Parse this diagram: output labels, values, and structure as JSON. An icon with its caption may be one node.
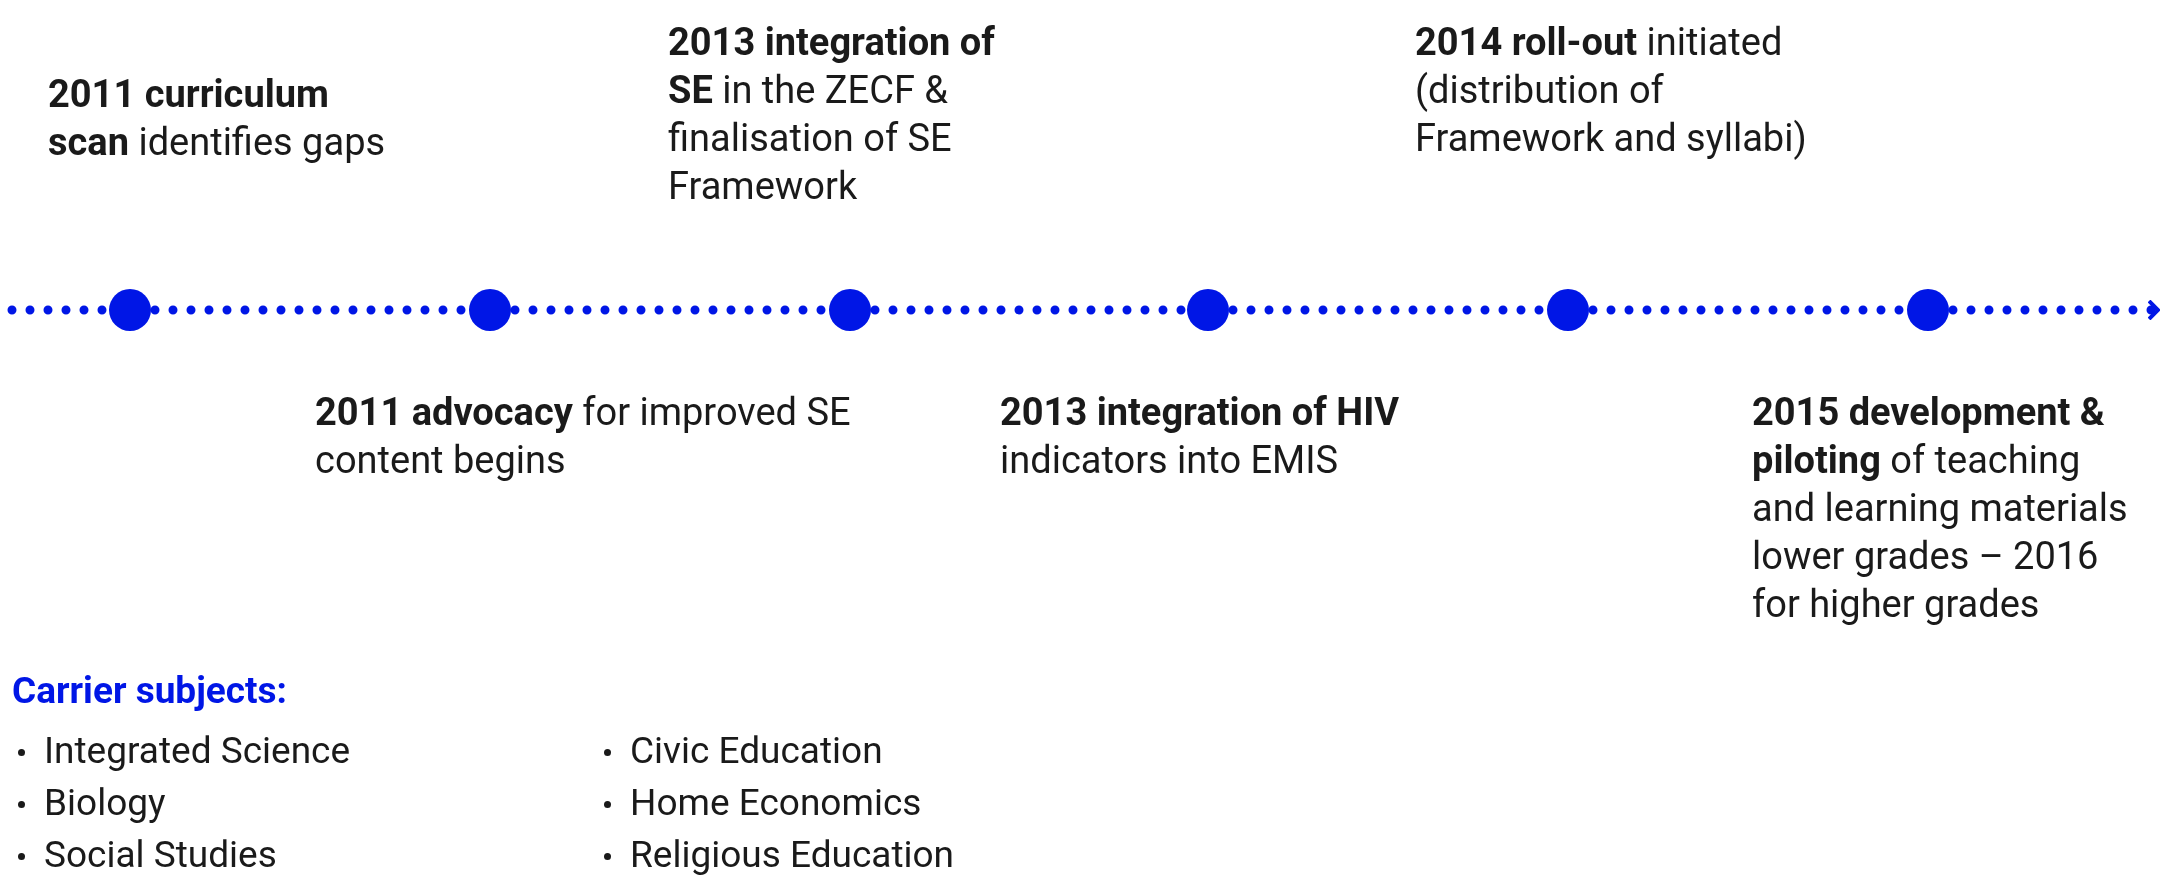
{
  "diagram": {
    "nodes": [
      {
        "text": [],
        "shape": "circle",
        "beside": [
          "**2011 curriculum scan** identifies gaps"
        ]
      },
      {
        "text": [],
        "shape": "circle",
        "beside": [
          "**2011 advocacy** for improved SE content begins"
        ]
      },
      {
        "text": [],
        "shape": "circle",
        "beside": [
          "**2013 integration of SE** in the ZECF & finalisation of SE Framework"
        ]
      },
      {
        "text": [],
        "shape": "circle",
        "beside": [
          "**2013 integration of HIV** indicators into EMIS"
        ]
      },
      {
        "text": [],
        "shape": "circle",
        "beside": [
          "**2014 roll-out** initiated (distribution of Framework and syllabi)"
        ]
      },
      {
        "text": [],
        "shape": "circle",
        "beside": [
          "**2015 development & piloting** of teaching and learning materials lower grades – 2016 for higher grades"
        ]
      }
    ],
    "edges": [
      {
        "from": null,
        "to": 0,
        "arrow": "none",
        "style": "dashed"
      },
      {
        "from": 0,
        "to": 1,
        "arrow": "none",
        "style": "dashed"
      },
      {
        "from": 1,
        "to": 2,
        "arrow": "none",
        "style": "dashed"
      },
      {
        "from": 2,
        "to": 3,
        "arrow": "none",
        "style": "dashed"
      },
      {
        "from": 3,
        "to": 4,
        "arrow": "none",
        "style": "dashed"
      },
      {
        "from": 4,
        "to": 5,
        "arrow": "none",
        "style": "dashed"
      },
      {
        "from": 5,
        "to": null,
        "arrow": "to",
        "style": "dashed"
      }
    ],
    "labels": [
      "Carrier subjects:",
      "Integrated Science",
      "Civic Education",
      "Biology",
      "Home Economics",
      "Social Studies",
      "Religious Education"
    ]
  }
}
